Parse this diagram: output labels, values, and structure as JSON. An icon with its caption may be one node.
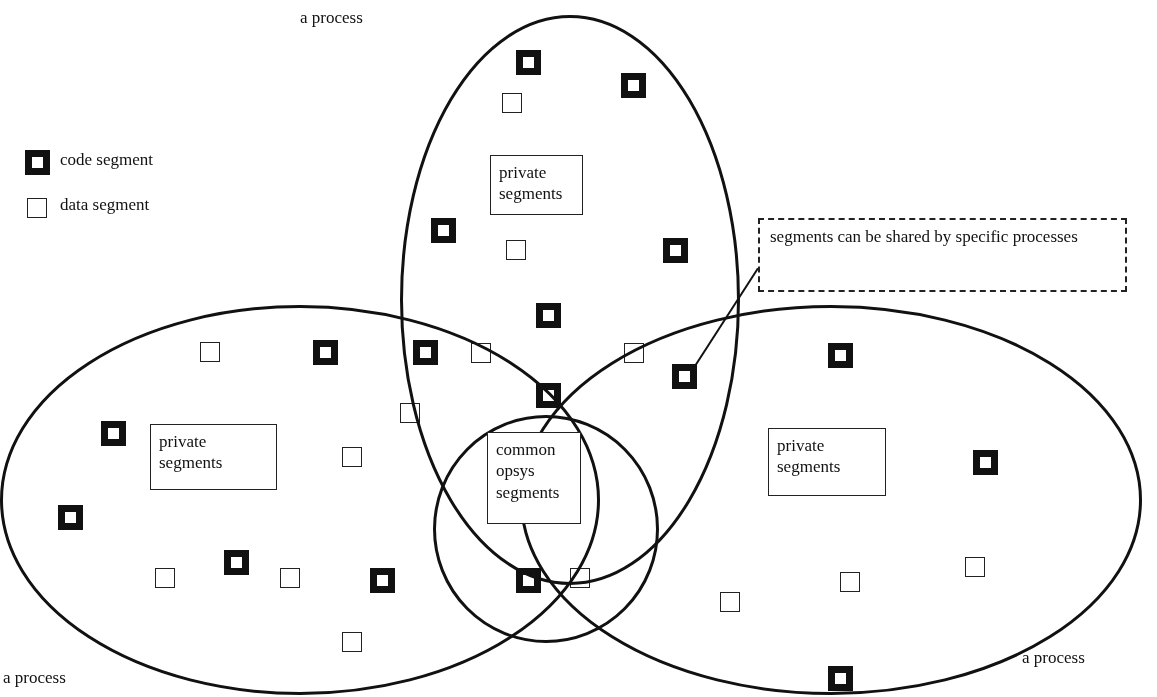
{
  "diagram": {
    "nodes": [
      {
        "text": [
          "a process"
        ]
      },
      {
        "text": [
          "a process"
        ]
      },
      {
        "text": [
          "a process"
        ]
      },
      {
        "text": [],
        "shape": "circle"
      },
      {
        "text": [
          "private segments"
        ],
        "in": 0
      },
      {
        "text": [
          "private segments"
        ],
        "in": 1
      },
      {
        "text": [
          "common opsys segments"
        ]
      },
      {
        "text": [
          "private segments"
        ],
        "in": 2
      },
      {
        "text": [
          "segments can be shared by specific processes"
        ]
      },
      {
        "text": [],
        "shape": "box"
      }
    ],
    "edges": [
      {
        "from": 8,
        "to": 9,
        "arrow": "none"
      }
    ],
    "legend": [
      {
        "text": "code segment"
      },
      {
        "text": "data segment"
      }
    ]
  }
}
